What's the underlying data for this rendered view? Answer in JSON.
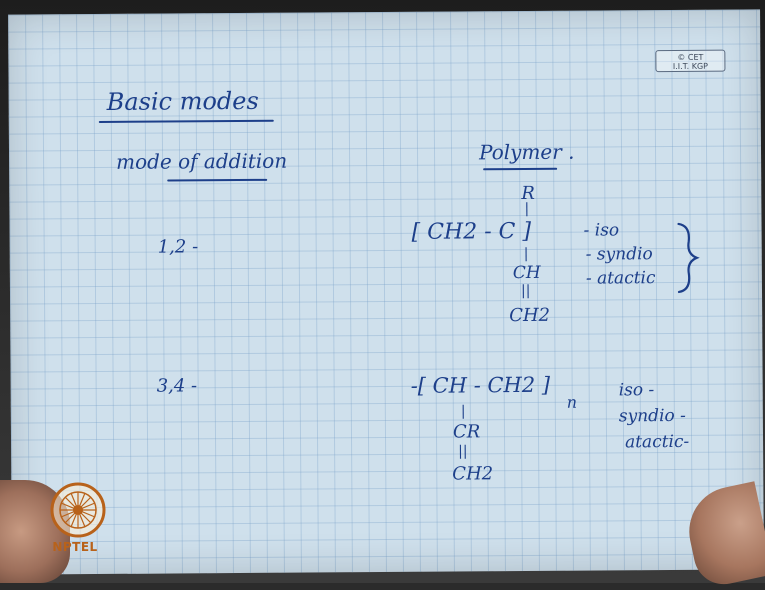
{
  "stamp": {
    "line1": "© CET",
    "line2": "I.I.T. KGP"
  },
  "notes": {
    "heading": "Basic modes",
    "subheading": "mode of addition",
    "polymer_label": "Polymer .",
    "mode_12": "1,2 -",
    "mode_34": "3,4 -",
    "s1": {
      "R": "R",
      "bar1": "|",
      "main": "[ CH2 - C ]",
      "bar2": "|",
      "ch": "CH",
      "dbl": "||",
      "ch2": "CH2"
    },
    "s1_tacticity": [
      "- iso",
      "- syndio",
      "- atactic"
    ],
    "s2": {
      "main": "-[ CH - CH2 ]",
      "sub": "n",
      "bar1": "|",
      "cr": "CR",
      "dbl": "||",
      "ch2": "CH2"
    },
    "s2_tacticity": [
      "iso -",
      "syndio -",
      "atactic-"
    ]
  },
  "logo": {
    "text": "NPTEL"
  },
  "colors": {
    "ink": "#1d3f8a",
    "paper": "#cfe0ec",
    "logo": "#b8621a"
  }
}
